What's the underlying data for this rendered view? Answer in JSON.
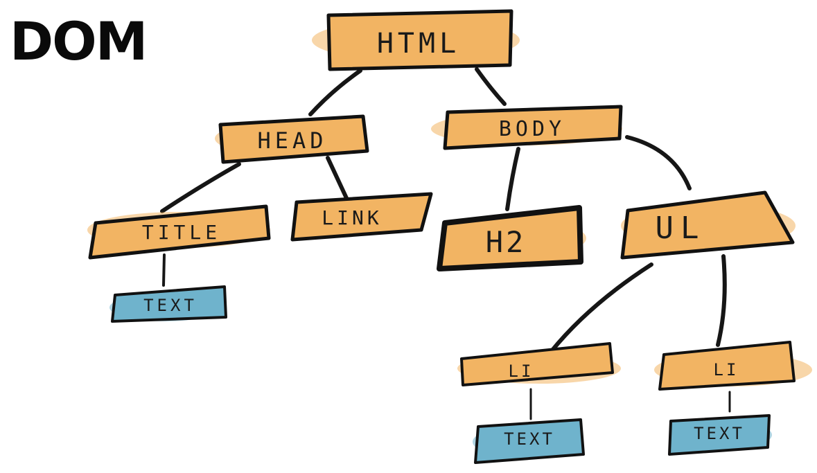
{
  "title": "DOM",
  "colors": {
    "element": "#f2b463",
    "text": "#6fb3cc",
    "ink": "#111111"
  },
  "nodes": {
    "html": {
      "label": "HTML",
      "kind": "element"
    },
    "head": {
      "label": "HEAD",
      "kind": "element"
    },
    "body": {
      "label": "BODY",
      "kind": "element"
    },
    "title": {
      "label": "TITLE",
      "kind": "element"
    },
    "link": {
      "label": "LINK",
      "kind": "element"
    },
    "h2": {
      "label": "H2",
      "kind": "element"
    },
    "ul": {
      "label": "UL",
      "kind": "element"
    },
    "li1": {
      "label": "LI",
      "kind": "element"
    },
    "li2": {
      "label": "LI",
      "kind": "element"
    },
    "text_title": {
      "label": "TEXT",
      "kind": "text"
    },
    "text_li1": {
      "label": "TEXT",
      "kind": "text"
    },
    "text_li2": {
      "label": "TEXT",
      "kind": "text"
    }
  },
  "edges": [
    [
      "html",
      "head"
    ],
    [
      "html",
      "body"
    ],
    [
      "head",
      "title"
    ],
    [
      "head",
      "link"
    ],
    [
      "body",
      "h2"
    ],
    [
      "body",
      "ul"
    ],
    [
      "title",
      "text_title"
    ],
    [
      "ul",
      "li1"
    ],
    [
      "ul",
      "li2"
    ],
    [
      "li1",
      "text_li1"
    ],
    [
      "li2",
      "text_li2"
    ]
  ]
}
